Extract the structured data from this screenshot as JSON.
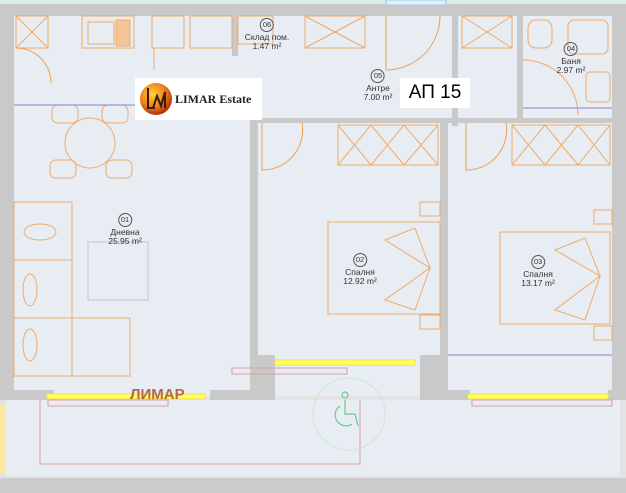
{
  "apartment": {
    "label": "АП 15"
  },
  "logo": {
    "text": "LIMAR Estate",
    "monogram": "LM"
  },
  "watermark": {
    "text": "ЛИМАР"
  },
  "rooms": [
    {
      "num": "01",
      "name": "Дневна",
      "area": "25.95 m²"
    },
    {
      "num": "02",
      "name": "Спалня",
      "area": "12.92 m²"
    },
    {
      "num": "03",
      "name": "Спалня",
      "area": "13.17 m²"
    },
    {
      "num": "04",
      "name": "Баня",
      "area": "2.97 m²"
    },
    {
      "num": "05",
      "name": "Антре",
      "area": "7.00 m²"
    },
    {
      "num": "06",
      "name": "Склад пом.",
      "area": "1.47 m²"
    }
  ],
  "icons": {
    "accessibility": "wheelchair-icon"
  },
  "colors": {
    "wall": "#c9c9c9",
    "floor": "#e8ecf3",
    "furniture": "#f0a050",
    "window": "#ffff66",
    "door_frame": "#8a7fd0",
    "accessibility": "#66cc88",
    "brand": "#b5654f"
  }
}
